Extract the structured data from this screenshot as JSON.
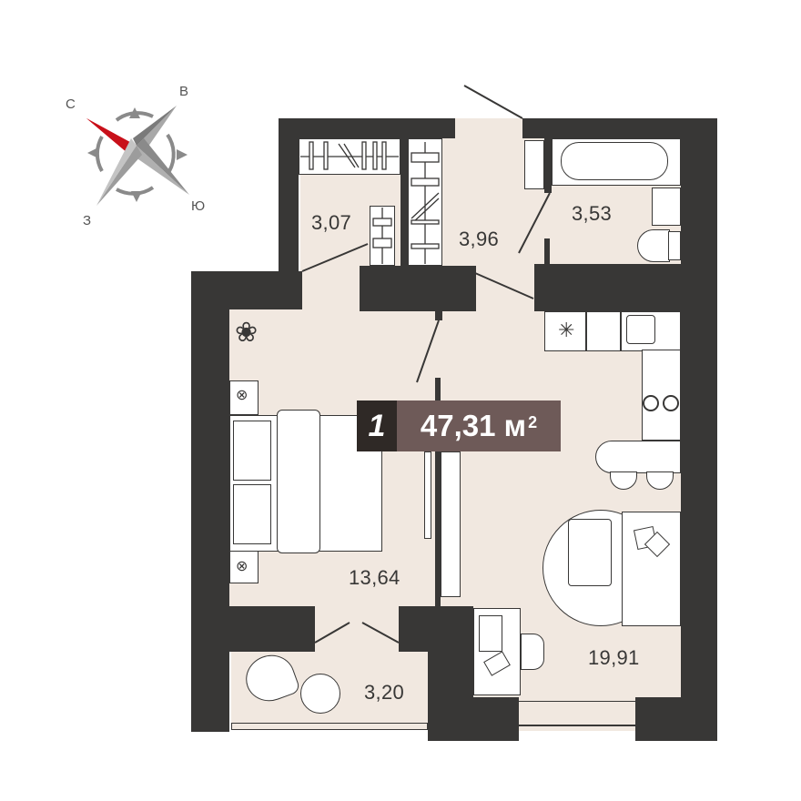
{
  "compass": {
    "north": "С",
    "east": "В",
    "south": "Ю",
    "west": "З",
    "north_color": "#e0141e",
    "body_color": "#9a9a9a"
  },
  "apartment": {
    "rooms_count": "1",
    "total_area": "47,31 м",
    "area_unit_sup": "2"
  },
  "rooms": [
    {
      "id": "wardrobe",
      "area": "3,07"
    },
    {
      "id": "hallway",
      "area": "3,96"
    },
    {
      "id": "bathroom",
      "area": "3,53"
    },
    {
      "id": "bedroom",
      "area": "13,64"
    },
    {
      "id": "living-kitchen",
      "area": "19,91"
    },
    {
      "id": "balcony",
      "area": "3,20"
    }
  ],
  "colors": {
    "wall": "#383736",
    "floor": "#f1e8e0",
    "badge_dark": "#2f2926",
    "badge_accent": "#6e5a58"
  }
}
